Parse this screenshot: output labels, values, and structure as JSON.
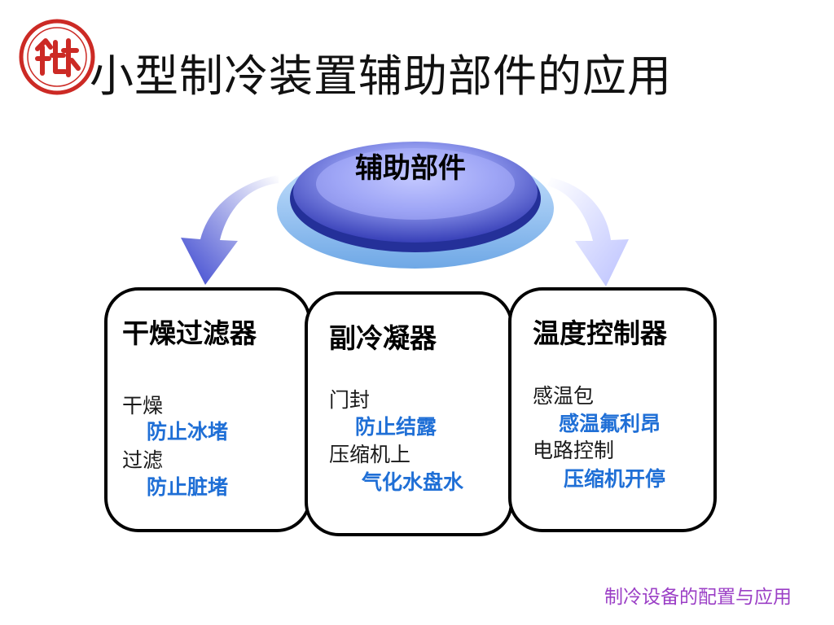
{
  "title": "小型制冷装置辅助部件的应用",
  "center": {
    "label": "辅助部件"
  },
  "boxes": [
    {
      "heading": "干燥过滤器",
      "lines": [
        {
          "text": "干燥",
          "style": "plain"
        },
        {
          "text": "防止冰堵",
          "style": "blue"
        },
        {
          "text": "过滤",
          "style": "plain"
        },
        {
          "text": "防止脏堵",
          "style": "blue"
        }
      ]
    },
    {
      "heading": "副冷凝器",
      "lines": [
        {
          "text": "门封",
          "style": "plain"
        },
        {
          "text": "防止结露",
          "style": "blue"
        },
        {
          "text": "压缩机上",
          "style": "plain"
        },
        {
          "text": "气化水盘水",
          "style": "blue"
        }
      ]
    },
    {
      "heading": "温度控制器",
      "lines": [
        {
          "text": "感温包",
          "style": "plain"
        },
        {
          "text": "感温氟利昂",
          "style": "blue"
        },
        {
          "text": "电路控制",
          "style": "plain"
        },
        {
          "text": "压缩机开停",
          "style": "blue"
        }
      ]
    }
  ],
  "footer": "制冷设备的配置与应用",
  "colors": {
    "ellipse_dark": "#2f39b8",
    "ellipse_light": "#aab1ff",
    "ellipse_base": "#8fc3f0",
    "arrow": "#4a55d6",
    "highlight_text": "#1f6fd6",
    "footer_text": "#9b3fc6",
    "logo_red": "#cc2a25"
  },
  "icons": {
    "logo": "red-seal-logo-icon"
  }
}
